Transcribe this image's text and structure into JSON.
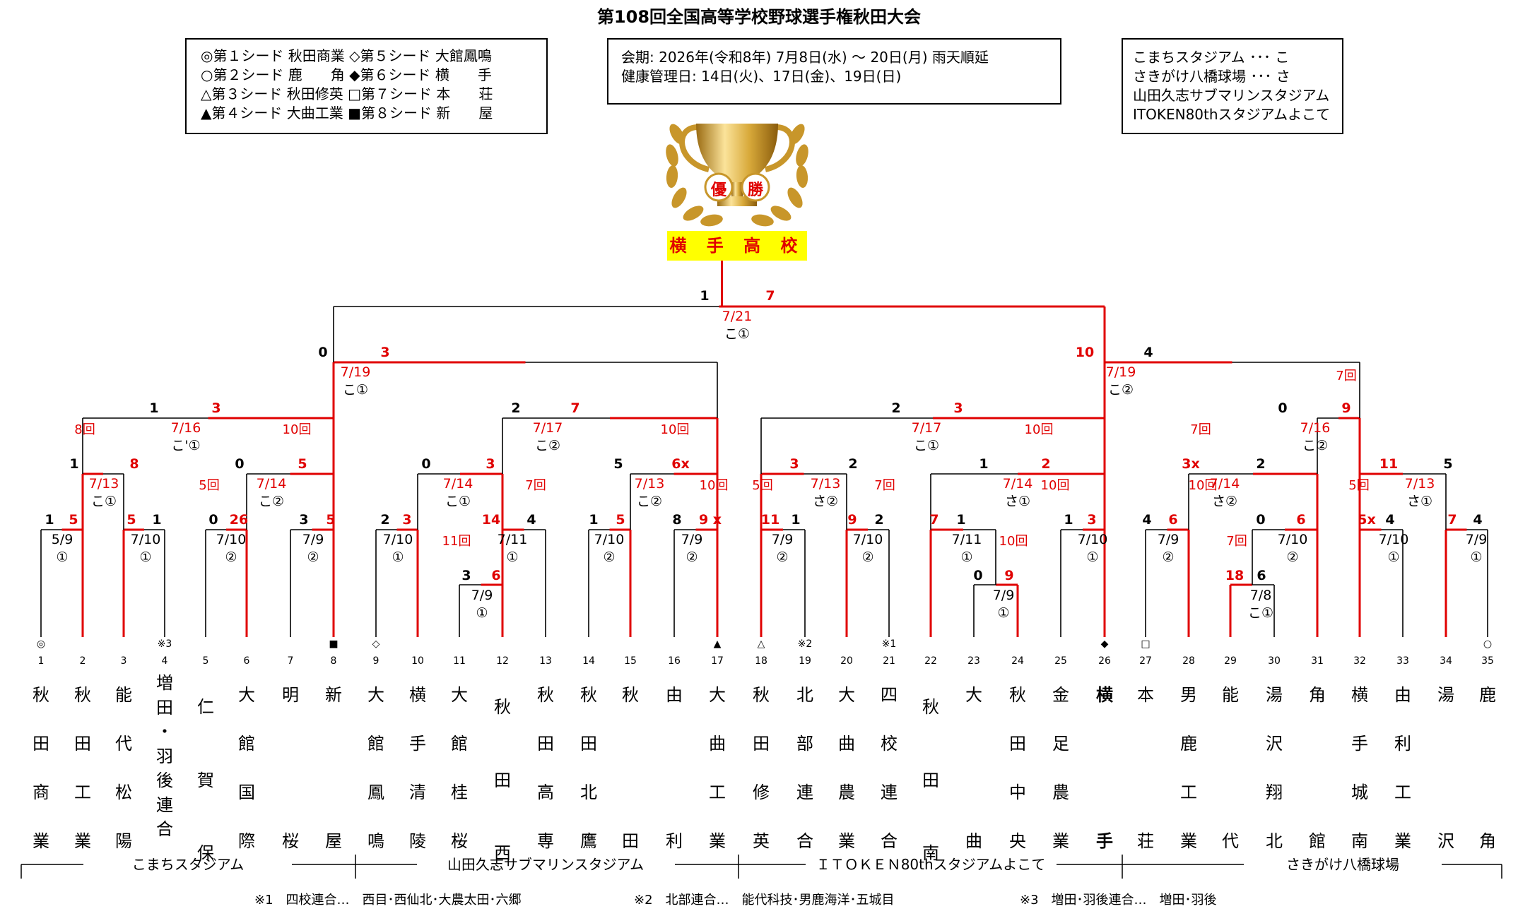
{
  "title": "第108回全国高等学校野球選手権秋田大会",
  "seeds": [
    {
      "left": "◎第１シード 秋田商業",
      "right": "◇第５シード 大館鳳鳴"
    },
    {
      "left": "○第２シード 鹿　　角",
      "right": "◆第６シード 横　　手"
    },
    {
      "left": "△第３シード 秋田修英",
      "right": "□第７シード 本　　荘"
    },
    {
      "left": "▲第４シード 大曲工業",
      "right": "■第８シード 新　　屋"
    }
  ],
  "period": [
    "会期: 2026年(令和8年) 7月8日(水) ～ 20日(月)  雨天順延",
    "健康管理日: 14日(火)、17日(金)、19日(日)"
  ],
  "venue_legend": [
    "こまちスタジアム ･･･ こ",
    "さきがけ八橋球場 ･･･ さ",
    "山田久志サブマリンスタジアム",
    "ITOKEN80thスタジアムよこて"
  ],
  "trophy": {
    "left": "優",
    "right": "勝"
  },
  "champion": "横 手 高 校",
  "colors": {
    "win": "#e00000",
    "lose": "#000000",
    "banner": "#ffff00"
  },
  "teams": [
    {
      "n": "1",
      "mark": "◎",
      "name": "秋\n田\n商\n業"
    },
    {
      "n": "2",
      "mark": "",
      "name": "秋\n田\n工\n業"
    },
    {
      "n": "3",
      "mark": "",
      "name": "能\n代\n松\n陽"
    },
    {
      "n": "4",
      "mark": "※3",
      "name": "増\n田\n・\n羽\n後\n連\n合"
    },
    {
      "n": "5",
      "mark": "",
      "name": "仁\n\n賀\n\n保"
    },
    {
      "n": "6",
      "mark": "",
      "name": "大\n館\n国\n際"
    },
    {
      "n": "7",
      "mark": "",
      "name": "明\n\n\n桜"
    },
    {
      "n": "8",
      "mark": "■",
      "name": "新\n\n\n屋"
    },
    {
      "n": "9",
      "mark": "◇",
      "name": "大\n館\n鳳\n鳴"
    },
    {
      "n": "10",
      "mark": "",
      "name": "横\n手\n清\n陵"
    },
    {
      "n": "11",
      "mark": "",
      "name": "大\n館\n桂\n桜"
    },
    {
      "n": "12",
      "mark": "",
      "name": "秋\n\n田\n\n西"
    },
    {
      "n": "13",
      "mark": "",
      "name": "秋\n田\n高\n専"
    },
    {
      "n": "14",
      "mark": "",
      "name": "秋\n田\n北\n鷹"
    },
    {
      "n": "15",
      "mark": "",
      "name": "秋\n\n\n田"
    },
    {
      "n": "16",
      "mark": "",
      "name": "由\n\n\n利"
    },
    {
      "n": "17",
      "mark": "▲",
      "name": "大\n曲\n工\n業"
    },
    {
      "n": "18",
      "mark": "△",
      "name": "秋\n田\n修\n英"
    },
    {
      "n": "19",
      "mark": "※2",
      "name": "北\n部\n連\n合"
    },
    {
      "n": "20",
      "mark": "",
      "name": "大\n曲\n農\n業"
    },
    {
      "n": "21",
      "mark": "※1",
      "name": "四\n校\n連\n合"
    },
    {
      "n": "22",
      "mark": "",
      "name": "秋\n\n田\n\n南"
    },
    {
      "n": "23",
      "mark": "",
      "name": "大\n\n\n曲"
    },
    {
      "n": "24",
      "mark": "",
      "name": "秋\n田\n中\n央"
    },
    {
      "n": "25",
      "mark": "",
      "name": "金\n足\n農\n業"
    },
    {
      "n": "26",
      "mark": "◆",
      "name": "横\n\n\n手"
    },
    {
      "n": "27",
      "mark": "□",
      "name": "本\n\n\n荘"
    },
    {
      "n": "28",
      "mark": "",
      "name": "男\n鹿\n工\n業"
    },
    {
      "n": "29",
      "mark": "",
      "name": "能\n\n\n代"
    },
    {
      "n": "30",
      "mark": "",
      "name": "湯\n沢\n翔\n北"
    },
    {
      "n": "31",
      "mark": "",
      "name": "角\n\n\n館"
    },
    {
      "n": "32",
      "mark": "",
      "name": "横\n手\n城\n南"
    },
    {
      "n": "33",
      "mark": "",
      "name": "由\n利\n工\n業"
    },
    {
      "n": "34",
      "mark": "",
      "name": "湯\n\n\n沢"
    },
    {
      "n": "35",
      "mark": "○",
      "name": "鹿\n\n\n角"
    }
  ],
  "scores": [
    {
      "v": "1",
      "w": false
    },
    {
      "v": "7",
      "w": true
    },
    {
      "v": "0",
      "w": false
    },
    {
      "v": "3",
      "w": true
    },
    {
      "v": "10",
      "w": true
    },
    {
      "v": "4",
      "w": false
    },
    {
      "v": "1",
      "w": false
    },
    {
      "v": "3",
      "w": true
    },
    {
      "v": "2",
      "w": false
    },
    {
      "v": "7",
      "w": true
    },
    {
      "v": "2",
      "w": false
    },
    {
      "v": "3",
      "w": true
    },
    {
      "v": "0",
      "w": false
    },
    {
      "v": "9",
      "w": true
    },
    {
      "v": "1",
      "w": false
    },
    {
      "v": "8",
      "w": true
    },
    {
      "v": "0",
      "w": false
    },
    {
      "v": "5",
      "w": true
    },
    {
      "v": "0",
      "w": false
    },
    {
      "v": "3",
      "w": true
    },
    {
      "v": "5",
      "w": false
    },
    {
      "v": "6x",
      "w": true
    },
    {
      "v": "3",
      "w": true
    },
    {
      "v": "2",
      "w": false
    },
    {
      "v": "1",
      "w": false
    },
    {
      "v": "2",
      "w": true
    },
    {
      "v": "3x",
      "w": true
    },
    {
      "v": "2",
      "w": false
    },
    {
      "v": "11",
      "w": true
    },
    {
      "v": "5",
      "w": false
    },
    {
      "v": "1",
      "w": false
    },
    {
      "v": "5",
      "w": true
    },
    {
      "v": "5",
      "w": true
    },
    {
      "v": "1",
      "w": false
    },
    {
      "v": "0",
      "w": false
    },
    {
      "v": "26",
      "w": true
    },
    {
      "v": "3",
      "w": false
    },
    {
      "v": "5",
      "w": true
    },
    {
      "v": "2",
      "w": false
    },
    {
      "v": "3",
      "w": true
    },
    {
      "v": "14",
      "w": true
    },
    {
      "v": "4",
      "w": false
    },
    {
      "v": "3",
      "w": false
    },
    {
      "v": "6",
      "w": true
    },
    {
      "v": "1",
      "w": false
    },
    {
      "v": "5",
      "w": true
    },
    {
      "v": "8",
      "w": false
    },
    {
      "v": "9 x",
      "w": true
    },
    {
      "v": "11",
      "w": true
    },
    {
      "v": "1",
      "w": false
    },
    {
      "v": "9",
      "w": true
    },
    {
      "v": "2",
      "w": false
    },
    {
      "v": "7",
      "w": true
    },
    {
      "v": "1",
      "w": false
    },
    {
      "v": "0",
      "w": false
    },
    {
      "v": "9",
      "w": true
    },
    {
      "v": "1",
      "w": false
    },
    {
      "v": "3",
      "w": true
    },
    {
      "v": "4",
      "w": false
    },
    {
      "v": "6",
      "w": true
    },
    {
      "v": "0",
      "w": false
    },
    {
      "v": "6",
      "w": true
    },
    {
      "v": "18",
      "w": true
    },
    {
      "v": "6",
      "w": false
    },
    {
      "v": "5x",
      "w": true
    },
    {
      "v": "4",
      "w": false
    },
    {
      "v": "7",
      "w": true
    },
    {
      "v": "4",
      "w": false
    }
  ],
  "innings": [
    "8回",
    "10回",
    "10回",
    "10回",
    "7回",
    "5回",
    "7回",
    "10回",
    "10回",
    "5回",
    "7回",
    "10回",
    "5回",
    "11回",
    "10回",
    "7回",
    "7回"
  ],
  "dates": [
    {
      "d": "7/21",
      "v": "こ①",
      "r": true
    },
    {
      "d": "7/19",
      "v": "こ①",
      "r": true
    },
    {
      "d": "7/19",
      "v": "こ②",
      "r": true
    },
    {
      "d": "7/16",
      "v": "こ'①",
      "r": true
    },
    {
      "d": "7/17",
      "v": "こ②",
      "r": true
    },
    {
      "d": "7/17",
      "v": "こ①",
      "r": true
    },
    {
      "d": "7/16",
      "v": "こ②",
      "r": true
    },
    {
      "d": "7/13",
      "v": "こ①",
      "r": true
    },
    {
      "d": "7/14",
      "v": "こ②",
      "r": true
    },
    {
      "d": "7/14",
      "v": "こ①",
      "r": true
    },
    {
      "d": "7/13",
      "v": "こ②",
      "r": true
    },
    {
      "d": "7/13",
      "v": "さ②",
      "r": true
    },
    {
      "d": "7/14",
      "v": "さ①",
      "r": true
    },
    {
      "d": "7/14",
      "v": "さ②",
      "r": true
    },
    {
      "d": "7/13",
      "v": "さ①",
      "r": true
    },
    {
      "d": "5/9",
      "v": "①",
      "r": false
    },
    {
      "d": "7/10",
      "v": "①",
      "r": false
    },
    {
      "d": "7/10",
      "v": "②",
      "r": false
    },
    {
      "d": "7/9",
      "v": "②",
      "r": false
    },
    {
      "d": "7/10",
      "v": "①",
      "r": false
    },
    {
      "d": "7/11",
      "v": "①",
      "r": false
    },
    {
      "d": "7/9",
      "v": "①",
      "r": false
    },
    {
      "d": "7/10",
      "v": "②",
      "r": false
    },
    {
      "d": "7/9",
      "v": "②",
      "r": false
    },
    {
      "d": "7/9",
      "v": "②",
      "r": false
    },
    {
      "d": "7/10",
      "v": "②",
      "r": false
    },
    {
      "d": "7/11",
      "v": "①",
      "r": false
    },
    {
      "d": "7/9",
      "v": "①",
      "r": false
    },
    {
      "d": "7/10",
      "v": "①",
      "r": false
    },
    {
      "d": "7/9",
      "v": "②",
      "r": false
    },
    {
      "d": "7/10",
      "v": "②",
      "r": false
    },
    {
      "d": "7/8",
      "v": "こ①",
      "r": false
    },
    {
      "d": "7/10",
      "v": "①",
      "r": false
    },
    {
      "d": "7/9",
      "v": "①",
      "r": false
    }
  ],
  "venue_bands": [
    "こまちスタジアム",
    "山田久志サブマリンスタジアム",
    "ＩＴＯＫＥＮ80thスタジアムよこて",
    "さきがけ八橋球場"
  ],
  "footnotes": [
    "※1　四校連合…　西目･西仙北･大農太田･六郷",
    "※2　北部連合…　能代科技･男鹿海洋･五城目",
    "※3　増田･羽後連合…　増田･羽後"
  ]
}
